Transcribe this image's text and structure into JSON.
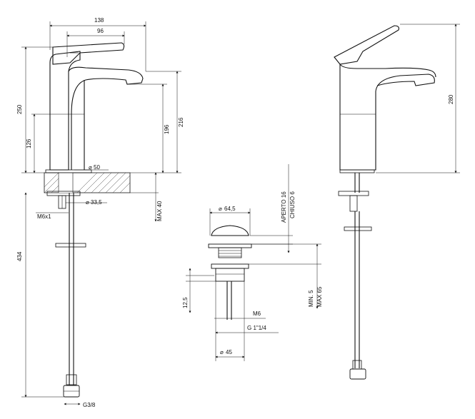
{
  "drawing": {
    "left_view": {
      "dim_overall_width": "138",
      "dim_handle_width": "96",
      "dim_total_height": "250",
      "dim_spout_height": "216",
      "dim_outlet_height": "196",
      "dim_body_height": "126",
      "dim_base_diameter": "50",
      "dim_hole_diameter": "33,5",
      "dim_max_deck": "MAX 40",
      "dim_thread": "M6x1",
      "dim_hose_length": "434",
      "dim_connector": "G3/8"
    },
    "center_view": {
      "dim_cap_diameter": "64,5",
      "dim_open": "APERTO 16",
      "dim_closed": "CHIUSO 6",
      "dim_min_max": "MIN. 5",
      "dim_max": "MAX 65",
      "dim_flange_height": "12,5",
      "dim_rod_thread": "M6",
      "dim_thread_size": "G 1\"1/4",
      "dim_body_diameter": "45"
    },
    "right_view": {
      "dim_height": "280"
    }
  }
}
